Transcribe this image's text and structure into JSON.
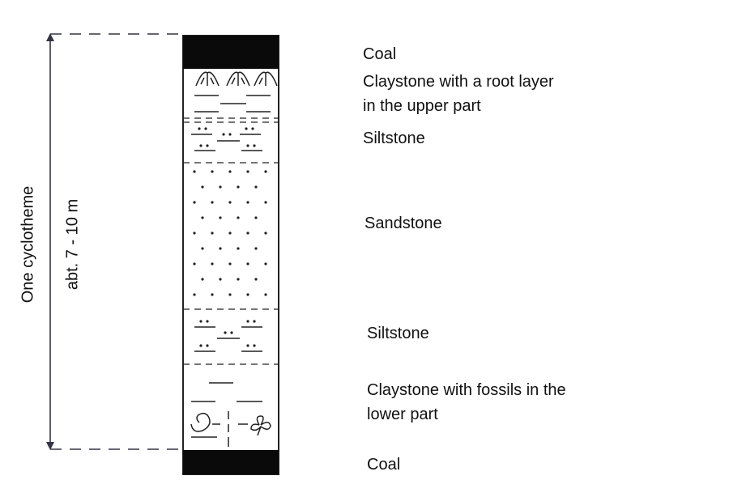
{
  "diagram": {
    "scale": {
      "cycle_label": "One cyclotheme",
      "thickness_label": "abt. 7 - 10 m"
    },
    "layers": [
      {
        "name": "coal-top",
        "label": "Coal",
        "pattern": "coal"
      },
      {
        "name": "claystone-top",
        "label": "Claystone with a root layer in the upper part",
        "pattern": "claystone-roots"
      },
      {
        "name": "siltstone-top",
        "label": "Siltstone",
        "pattern": "siltstone"
      },
      {
        "name": "sandstone",
        "label": "Sandstone",
        "pattern": "sandstone"
      },
      {
        "name": "siltstone-bottom",
        "label": "Siltstone",
        "pattern": "siltstone"
      },
      {
        "name": "claystone-bottom",
        "label": "Claystone with fossils in the lower part",
        "pattern": "claystone-fossils"
      },
      {
        "name": "coal-bottom",
        "label": "Coal",
        "pattern": "coal"
      }
    ],
    "colors": {
      "ink": "#111111",
      "line": "#333344",
      "coal": "#0a0a0a"
    }
  }
}
